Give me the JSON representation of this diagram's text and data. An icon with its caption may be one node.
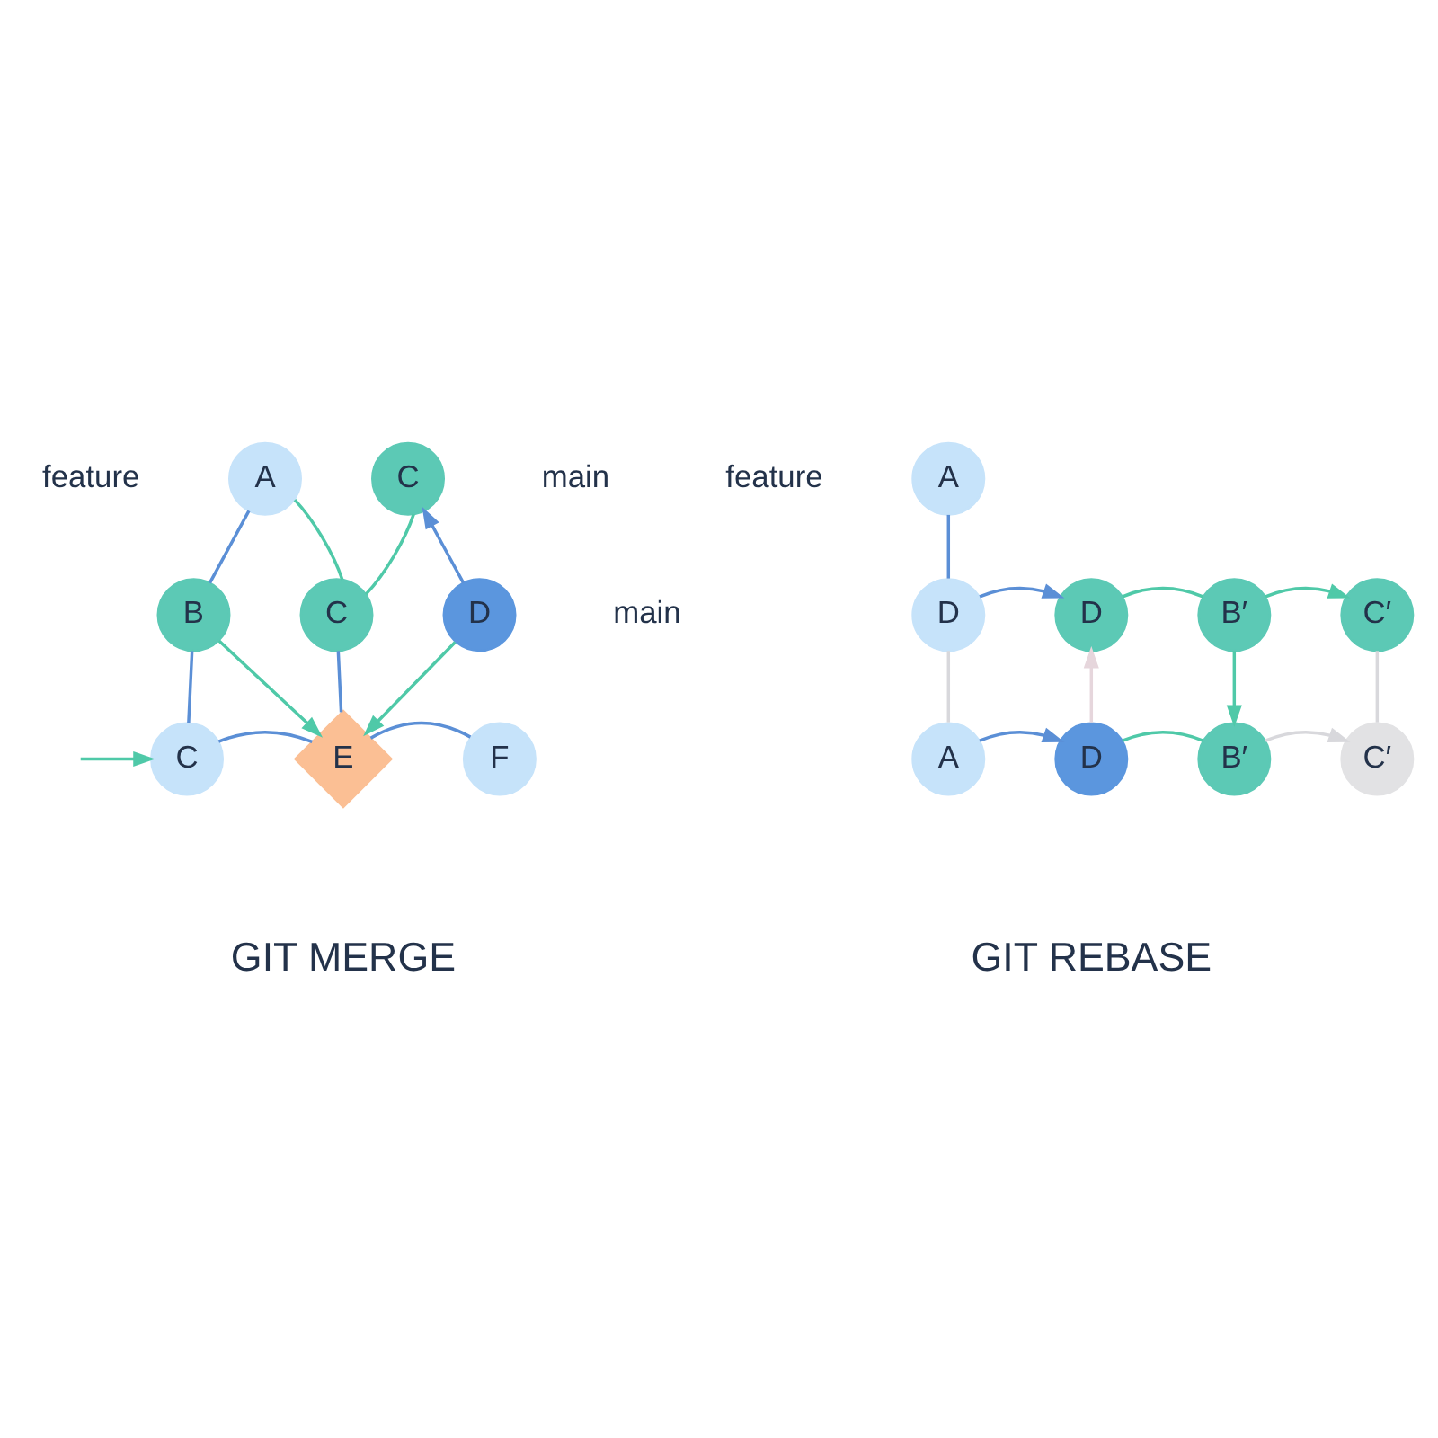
{
  "diagram": {
    "nodes": [
      {
        "text": [
          "A"
        ],
        "beside": [
          "feature"
        ]
      },
      {
        "text": [
          "C"
        ],
        "beside": [
          "main"
        ]
      },
      {
        "text": [
          "B"
        ]
      },
      {
        "text": [
          "C"
        ]
      },
      {
        "text": [
          "D"
        ],
        "beside": [
          "main"
        ]
      },
      {
        "text": [
          "C"
        ]
      },
      {
        "text": [
          "E"
        ]
      },
      {
        "text": [
          "F"
        ]
      },
      {
        "text": [
          "A"
        ],
        "beside": [
          "feature"
        ]
      },
      {
        "text": [
          "D"
        ]
      },
      {
        "text": [
          "D"
        ]
      },
      {
        "text": [
          "B′"
        ]
      },
      {
        "text": [
          "C′"
        ]
      },
      {
        "text": [
          "A"
        ]
      },
      {
        "text": [
          "D"
        ]
      },
      {
        "text": [
          "B′"
        ]
      },
      {
        "text": [
          "C′"
        ]
      }
    ],
    "edges": [
      {
        "from": 0,
        "to": 2,
        "arrow": "none",
        "color": "#5b8fd6"
      },
      {
        "from": 0,
        "to": 3,
        "arrow": "none",
        "color": "#4fc9a8"
      },
      {
        "from": 3,
        "to": 1,
        "arrow": "none",
        "color": "#4fc9a8"
      },
      {
        "from": 4,
        "to": 1,
        "arrow": "to",
        "color": "#5b8fd6"
      },
      {
        "from": 2,
        "to": 6,
        "arrow": "to",
        "color": "#4fc9a8"
      },
      {
        "from": 3,
        "to": 6,
        "arrow": "none",
        "color": "#5b8fd6"
      },
      {
        "from": 4,
        "to": 6,
        "arrow": "to",
        "color": "#4fc9a8"
      },
      {
        "from": 2,
        "to": 5,
        "arrow": "none",
        "color": "#5b8fd6"
      },
      {
        "from": null,
        "to": 5,
        "arrow": "to",
        "color": "#4fc9a8"
      },
      {
        "from": 5,
        "to": 6,
        "arrow": "none",
        "color": "#5b8fd6"
      },
      {
        "from": 6,
        "to": 7,
        "arrow": "none",
        "color": "#5b8fd6"
      },
      {
        "from": 8,
        "to": 9,
        "arrow": "none",
        "color": "#5b8fd6"
      },
      {
        "from": 9,
        "to": 10,
        "arrow": "to",
        "color": "#5b8fd6"
      },
      {
        "from": 10,
        "to": 11,
        "arrow": "none",
        "color": "#4fc9a8"
      },
      {
        "from": 11,
        "to": 12,
        "arrow": "to",
        "color": "#4fc9a8"
      },
      {
        "from": 11,
        "to": 15,
        "arrow": "to",
        "color": "#4fc9a8"
      },
      {
        "from": 9,
        "to": 13,
        "arrow": "none",
        "color": "#d8d8dc"
      },
      {
        "from": 14,
        "to": 10,
        "arrow": "to",
        "color": "#e6d6dc"
      },
      {
        "from": 13,
        "to": 14,
        "arrow": "to",
        "color": "#5b8fd6"
      },
      {
        "from": 14,
        "to": 15,
        "arrow": "none",
        "color": "#4fc9a8"
      },
      {
        "from": 15,
        "to": 16,
        "arrow": "to",
        "color": "#d8d8dc"
      },
      {
        "from": 12,
        "to": 16,
        "arrow": "none",
        "color": "#d8d8dc"
      }
    ],
    "labels": [
      "GIT MERGE",
      "GIT REBASE"
    ]
  }
}
